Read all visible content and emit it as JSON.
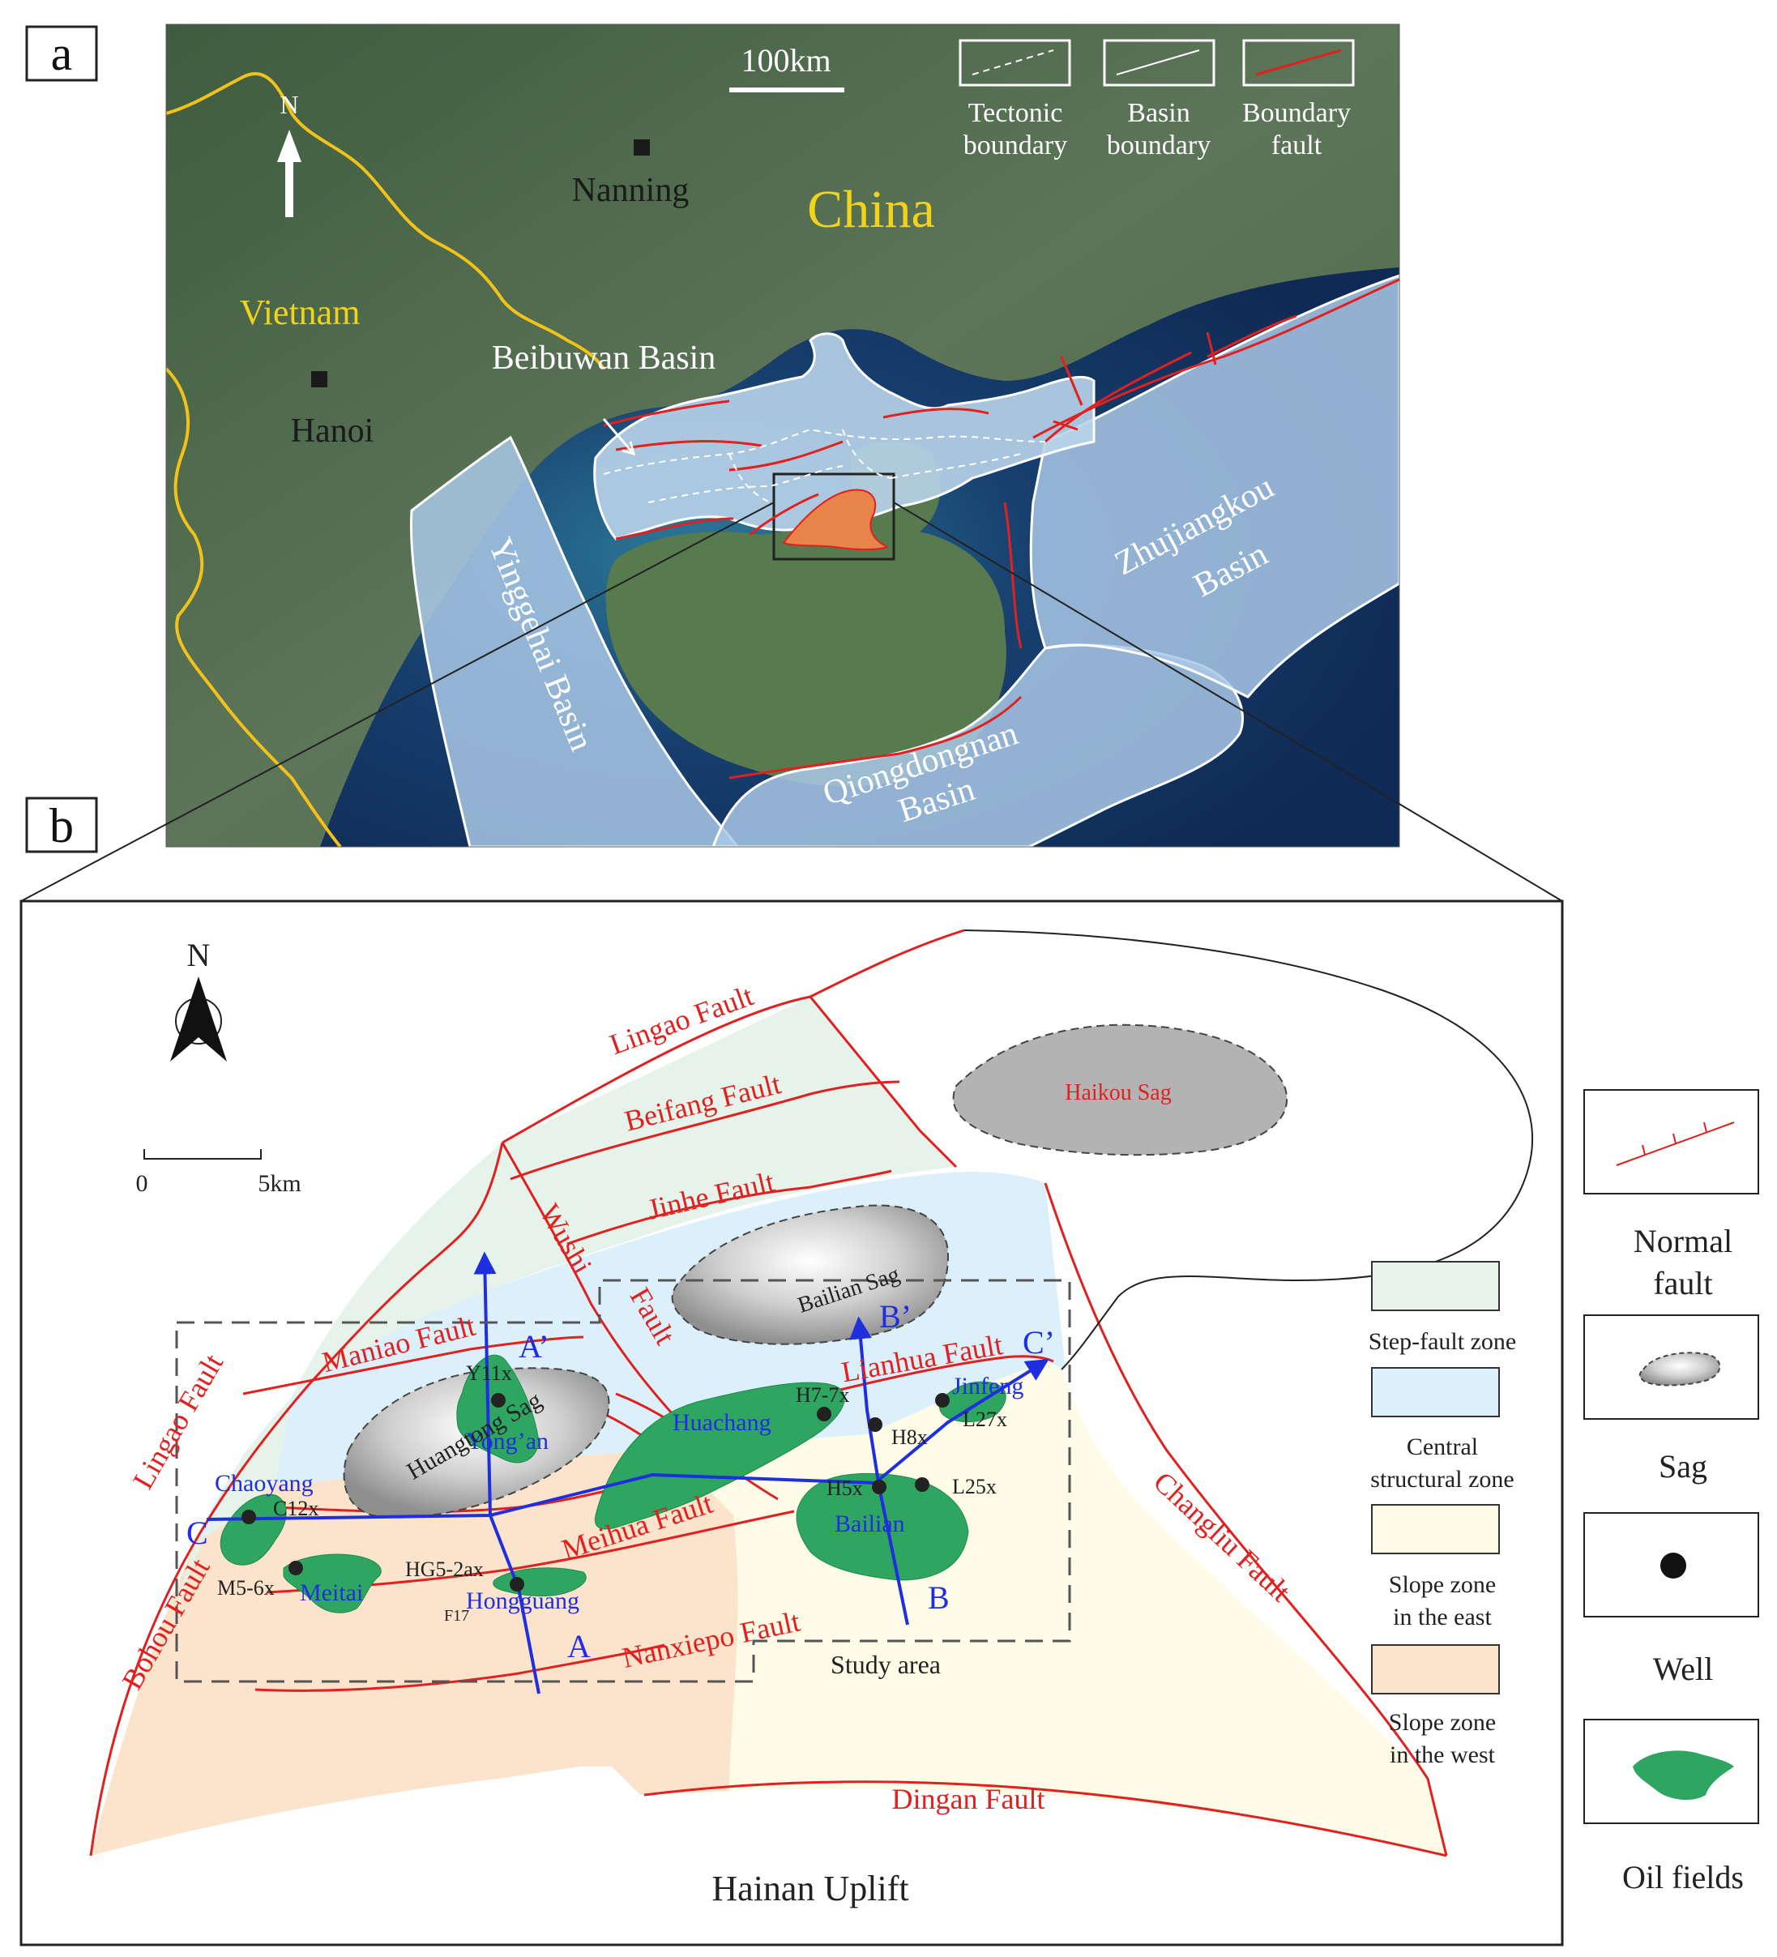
{
  "panel_a": {
    "label": "a",
    "scale": "100km",
    "north": "N",
    "legend": {
      "tectonic": [
        "Tectonic",
        "boundary"
      ],
      "basin": [
        "Basin",
        "boundary"
      ],
      "fault": [
        "Boundary",
        "fault"
      ]
    },
    "countries": {
      "china": "China",
      "vietnam": "Vietnam"
    },
    "cities": {
      "nanning": "Nanning",
      "hanoi": "Hanoi"
    },
    "basins": {
      "beibuwan": "Beibuwan Basin",
      "yinggehai": "Yinggehai Basin",
      "zhujiangkou": [
        "Zhujiangkou",
        "Basin"
      ],
      "qiongdongnan": [
        "Qiongdongnan",
        "Basin"
      ]
    },
    "colors": {
      "land": "#4f6b4d",
      "sea": "#12315c",
      "basin_fill": "#9ec0e0",
      "study_fill": "#e8834a",
      "border": "#f2c21b",
      "fault": "#e0211f"
    }
  },
  "panel_b": {
    "label": "b",
    "north": "N",
    "scale": {
      "zero": "0",
      "end": "5km"
    },
    "uplift": "Hainan Uplift",
    "study_area": "Study area",
    "faults": {
      "lingao_top": "Lingao Fault",
      "beifang": "Beifang Fault",
      "jinhe": "Jinhe Fault",
      "wushi": [
        "Wushi",
        "Fault"
      ],
      "maniao": "Maniao Fault",
      "lianhua": "Lianhua Fault",
      "lingao_left": "Lingao Fault",
      "meihua": "Meihua Fault",
      "bohou": "Bohou Fault",
      "nanxiepo": "Nanxiepo Fault",
      "changliu": "Changliu Fault",
      "dingan": "Dingan Fault"
    },
    "sags": {
      "haikou": "Haikou Sag",
      "bailian": "Bailian Sag",
      "huangtong": "Huangtong Sag"
    },
    "oilfields": {
      "chaoyang": "Chaoyang",
      "yongan": "Yong’an",
      "huachang": "Huachang",
      "bailian": "Bailian",
      "jinfeng": "Jinfeng",
      "meitai": "Meitai",
      "hongguang": "Hongguang"
    },
    "wells": {
      "c12x": "C12x",
      "y11x": "Y11x",
      "h77x": "H7-7x",
      "h8x": "H8x",
      "h5x": "H5x",
      "l25x": "L25x",
      "l27x": "L27x",
      "m56x": "M5-6x",
      "hg52ax": "HG5-2ax",
      "f17": "F17"
    },
    "sections": {
      "a": "A",
      "a2": "A’",
      "b": "B",
      "b2": "B’",
      "c": "C",
      "c2": "C’"
    },
    "zones": {
      "step": "Step-fault zone",
      "central": [
        "Central",
        "structural zone"
      ],
      "east": [
        "Slope zone",
        "in the east"
      ],
      "west": [
        "Slope zone",
        "in the west"
      ]
    },
    "legend": {
      "fault": [
        "Normal",
        "fault"
      ],
      "sag": "Sag",
      "well": "Well",
      "oil": "Oil fields"
    },
    "colors": {
      "step": "#e6f3ea",
      "central": "#dcf0fb",
      "east": "#fefbe6",
      "west": "#fbe3cc",
      "oil": "#2ea560",
      "fault": "#e0211f",
      "section": "#1f2fe0"
    }
  }
}
